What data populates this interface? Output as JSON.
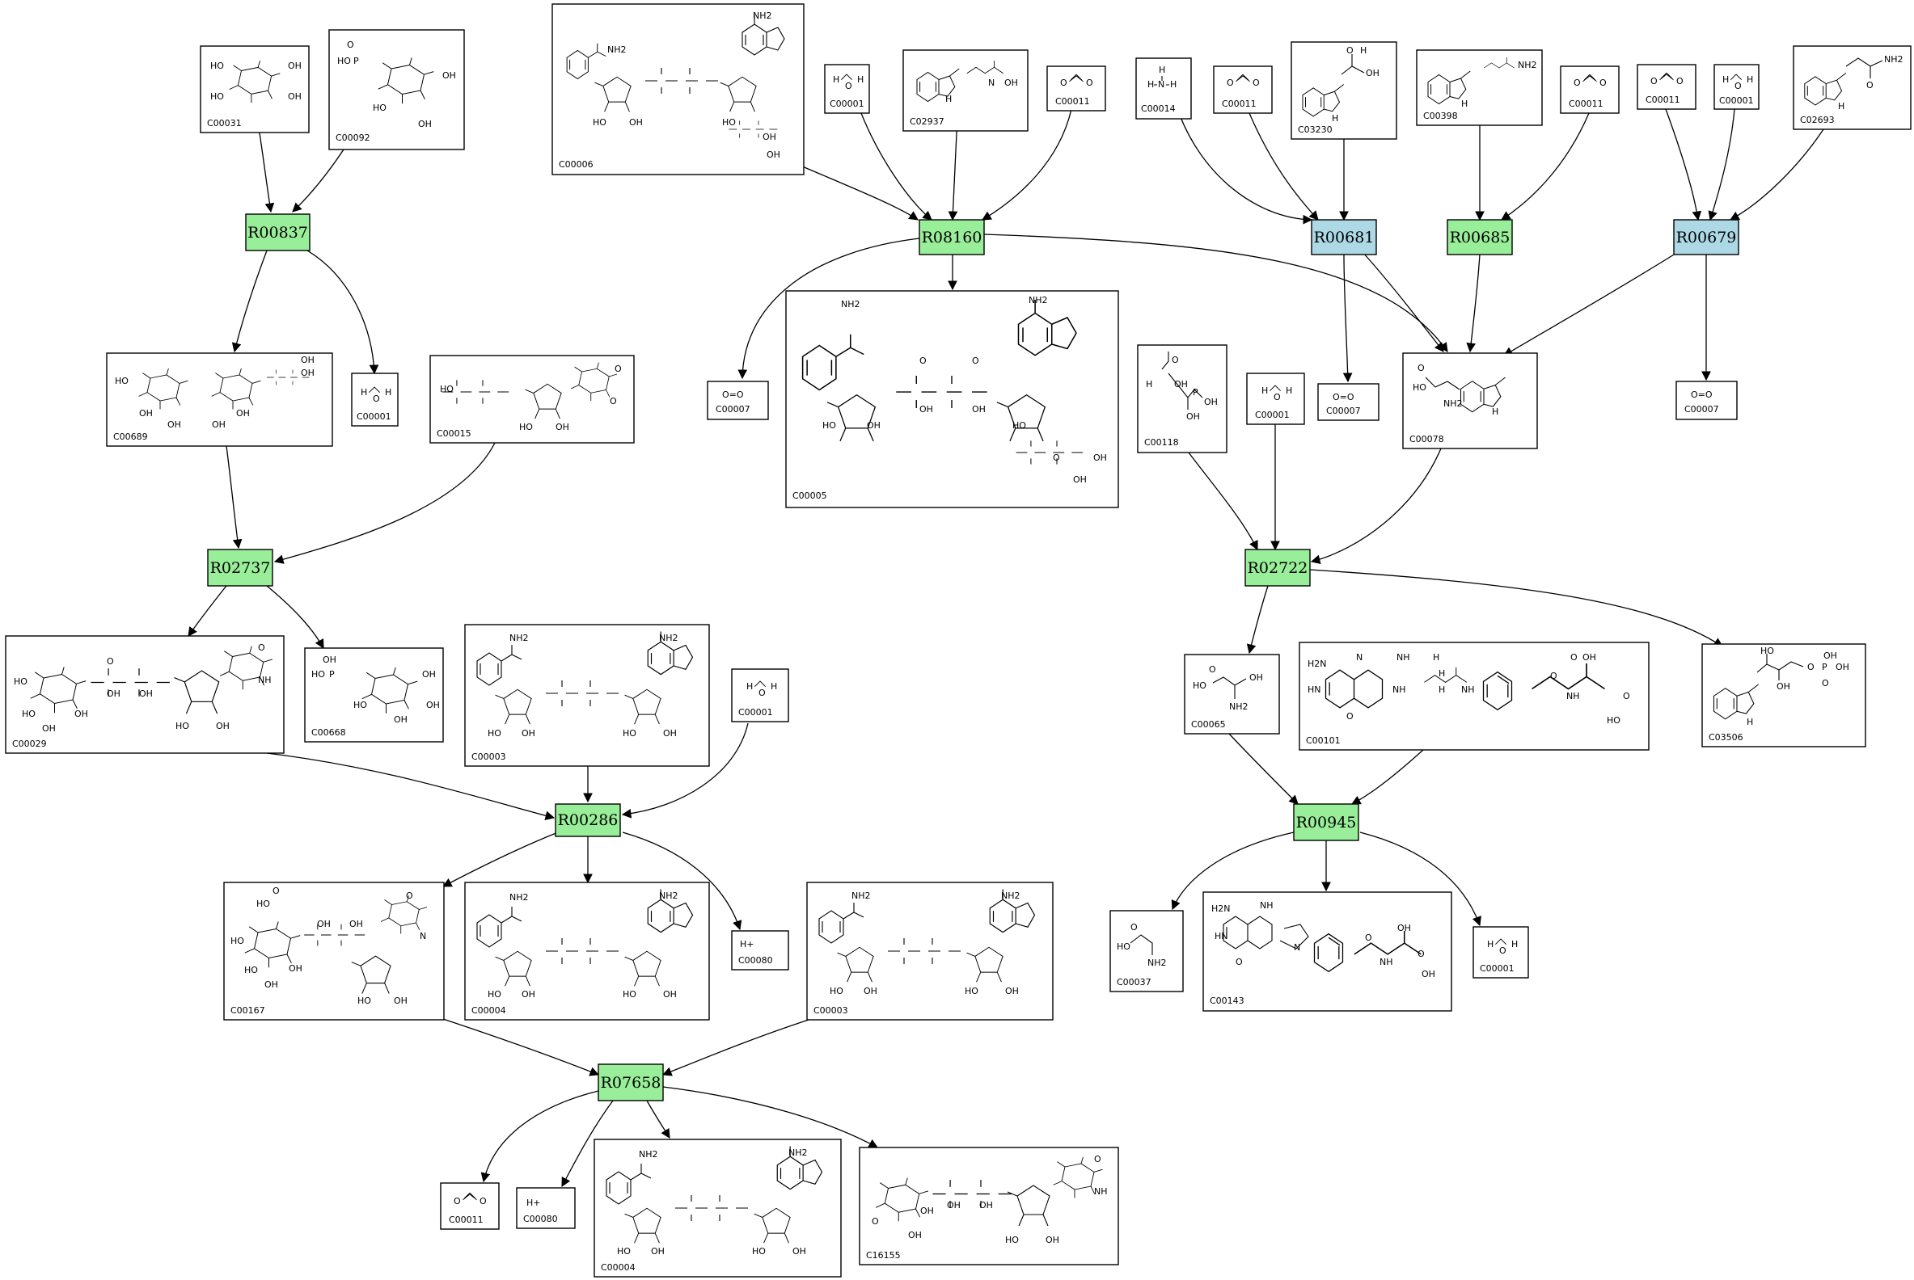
{
  "colors": {
    "reaction_default": "#99ee99",
    "reaction_highlight": "#add8e6",
    "compound_border": "#000000"
  },
  "reactions": [
    {
      "id": "R00837",
      "label": "R00837",
      "color": "green"
    },
    {
      "id": "R08160",
      "label": "R08160",
      "color": "green"
    },
    {
      "id": "R00681",
      "label": "R00681",
      "color": "blue"
    },
    {
      "id": "R00685",
      "label": "R00685",
      "color": "green"
    },
    {
      "id": "R00679",
      "label": "R00679",
      "color": "blue"
    },
    {
      "id": "R02737",
      "label": "R02737",
      "color": "green"
    },
    {
      "id": "R02722",
      "label": "R02722",
      "color": "green"
    },
    {
      "id": "R00286",
      "label": "R00286",
      "color": "green"
    },
    {
      "id": "R00945",
      "label": "R00945",
      "color": "green"
    },
    {
      "id": "R07658",
      "label": "R07658",
      "color": "green"
    }
  ],
  "compounds": [
    {
      "key": "c00031_a",
      "label": "C00031",
      "structure": "glucose"
    },
    {
      "key": "c00092_a",
      "label": "C00092",
      "structure": "glucose-6-phosphate"
    },
    {
      "key": "c00006_a",
      "label": "C00006",
      "structure": "nadp-plus"
    },
    {
      "key": "c00001_a",
      "label": "C00001",
      "structure": "water"
    },
    {
      "key": "c02937_a",
      "label": "C02937",
      "structure": "indole-oxime"
    },
    {
      "key": "c00011_a",
      "label": "C00011",
      "structure": "carbon-dioxide"
    },
    {
      "key": "c00014_a",
      "label": "C00014",
      "structure": "ammonia"
    },
    {
      "key": "c00011_b",
      "label": "C00011",
      "structure": "carbon-dioxide"
    },
    {
      "key": "c03230_a",
      "label": "C03230",
      "structure": "indole-hydroxyacetaldehyde"
    },
    {
      "key": "c00398_a",
      "label": "C00398",
      "structure": "tryptamine"
    },
    {
      "key": "c00011_c",
      "label": "C00011",
      "structure": "carbon-dioxide"
    },
    {
      "key": "c00011_d",
      "label": "C00011",
      "structure": "carbon-dioxide"
    },
    {
      "key": "c00001_b",
      "label": "C00001",
      "structure": "water"
    },
    {
      "key": "c02693_a",
      "label": "C02693",
      "structure": "indole-acetamide"
    },
    {
      "key": "c00689_a",
      "label": "C00689",
      "structure": "disaccharide-phosphate"
    },
    {
      "key": "c00001_c",
      "label": "C00001",
      "structure": "water"
    },
    {
      "key": "c00015_a",
      "label": "C00015",
      "structure": "udp"
    },
    {
      "key": "c00007_a",
      "label": "C00007",
      "structure": "oxygen"
    },
    {
      "key": "c00005_a",
      "label": "C00005",
      "structure": "nadph"
    },
    {
      "key": "c00007_b",
      "label": "C00007",
      "structure": "oxygen"
    },
    {
      "key": "c00078_a",
      "label": "C00078",
      "structure": "tryptophan"
    },
    {
      "key": "c00007_c",
      "label": "C00007",
      "structure": "oxygen"
    },
    {
      "key": "c00118_a",
      "label": "C00118",
      "structure": "glyceraldehyde-3-phosphate"
    },
    {
      "key": "c00001_d",
      "label": "C00001",
      "structure": "water"
    },
    {
      "key": "c00029_a",
      "label": "C00029",
      "structure": "udp-glucose"
    },
    {
      "key": "c00668_a",
      "label": "C00668",
      "structure": "glucose-6-phosphate"
    },
    {
      "key": "c00003_a",
      "label": "C00003",
      "structure": "nad-plus"
    },
    {
      "key": "c00001_e",
      "label": "C00001",
      "structure": "water"
    },
    {
      "key": "c00065_a",
      "label": "C00065",
      "structure": "serine"
    },
    {
      "key": "c00101_a",
      "label": "C00101",
      "structure": "tetrahydrofolate"
    },
    {
      "key": "c03506_a",
      "label": "C03506",
      "structure": "indole-glycerol-phosphate"
    },
    {
      "key": "c00167_a",
      "label": "C00167",
      "structure": "udp-glucuronate"
    },
    {
      "key": "c00004_a",
      "label": "C00004",
      "structure": "nadh"
    },
    {
      "key": "c00080_a",
      "label": "C00080",
      "structure": "proton"
    },
    {
      "key": "c00003_b",
      "label": "C00003",
      "structure": "nad-plus"
    },
    {
      "key": "c00037_a",
      "label": "C00037",
      "structure": "glycine"
    },
    {
      "key": "c00143_a",
      "label": "C00143",
      "structure": "methylene-thf"
    },
    {
      "key": "c00001_f",
      "label": "C00001",
      "structure": "water"
    },
    {
      "key": "c00011_e",
      "label": "C00011",
      "structure": "carbon-dioxide"
    },
    {
      "key": "c00080_b",
      "label": "C00080",
      "structure": "proton"
    },
    {
      "key": "c00004_b",
      "label": "C00004",
      "structure": "nadh"
    },
    {
      "key": "c16155_a",
      "label": "C16155",
      "structure": "udp-sugar"
    }
  ],
  "atoms": {
    "oh": "OH",
    "ho": "HO",
    "h": "H",
    "o": "O",
    "p": "P",
    "n": "N",
    "nh": "NH",
    "hn": "HN",
    "nh2": "NH2",
    "h2n": "H2N",
    "o_eq_o": "O=O",
    "h_plus": "H+",
    "plus": "+"
  }
}
